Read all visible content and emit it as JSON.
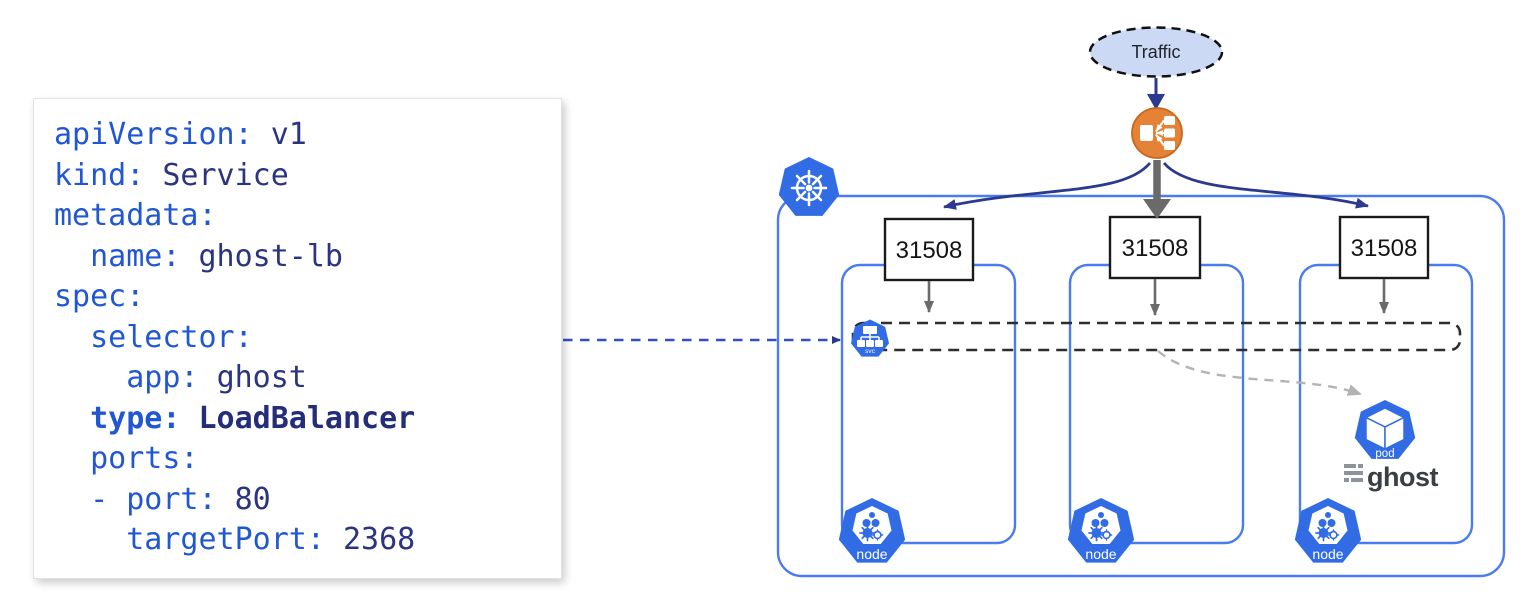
{
  "code": {
    "lines": [
      {
        "indent": 0,
        "prefix": "",
        "key": "apiVersion:",
        "value": "v1",
        "bold": false
      },
      {
        "indent": 0,
        "prefix": "",
        "key": "kind:",
        "value": "Service",
        "bold": false
      },
      {
        "indent": 0,
        "prefix": "",
        "key": "metadata:",
        "value": "",
        "bold": false
      },
      {
        "indent": 2,
        "prefix": "",
        "key": "name:",
        "value": "ghost-lb",
        "bold": false
      },
      {
        "indent": 0,
        "prefix": "",
        "key": "spec:",
        "value": "",
        "bold": false
      },
      {
        "indent": 2,
        "prefix": "",
        "key": "selector:",
        "value": "",
        "bold": false
      },
      {
        "indent": 4,
        "prefix": "",
        "key": "app:",
        "value": "ghost",
        "bold": false
      },
      {
        "indent": 2,
        "prefix": "",
        "key": "type:",
        "value": "LoadBalancer",
        "bold": true
      },
      {
        "indent": 2,
        "prefix": "",
        "key": "ports:",
        "value": "",
        "bold": false
      },
      {
        "indent": 2,
        "prefix": "- ",
        "key": "port:",
        "value": "80",
        "bold": false
      },
      {
        "indent": 4,
        "prefix": "",
        "key": "targetPort:",
        "value": "2368",
        "bold": false
      }
    ]
  },
  "diagram": {
    "traffic_label": "Traffic",
    "nodeport_labels": [
      "31508",
      "31508",
      "31508"
    ],
    "node_labels": [
      "node",
      "node",
      "node"
    ],
    "svc_label": "svc",
    "pod_label": "pod",
    "ghost_label": "ghost",
    "colors": {
      "kubernetes_blue": "#326ce5",
      "box_border_blue": "#4a7cef",
      "arrow_navy": "#2b3a8f",
      "loadbalancer_orange": "#e48237",
      "arrow_gray": "#6a6a6a",
      "dashed_gray": "#b3b3b3",
      "connector_blue": "#3050c8",
      "traffic_fill": "#ccd9f4",
      "code_key_blue": "#2257d3",
      "code_value_navy": "#2a3480"
    }
  }
}
